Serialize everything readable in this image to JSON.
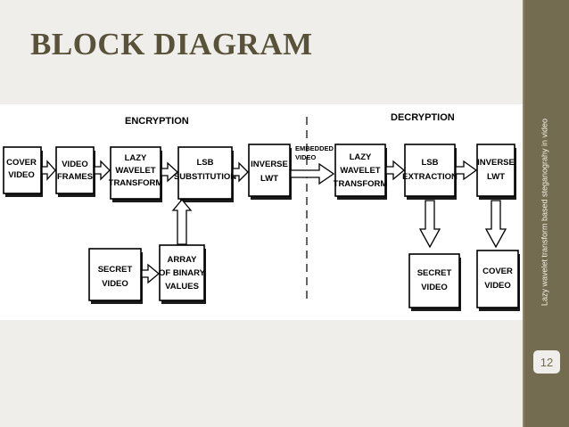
{
  "slide": {
    "title": "BLOCK DIAGRAM",
    "sidebar_text": "Lazy wavelet transform based steganograhy in video",
    "page_number": "12"
  },
  "diagram": {
    "encryption_heading": "ENCRYPTION",
    "decryption_heading": "DECRYPTION",
    "embedded_label": [
      "EMBEDDED",
      "VIDEO"
    ],
    "blocks": {
      "cover_video_in": [
        "COVER",
        "VIDEO"
      ],
      "video_frames": [
        "VIDEO",
        "FRAMES"
      ],
      "lazy_wavelet_1": [
        "LAZY",
        "WAVELET",
        "TRANSFORM"
      ],
      "lsb_substitution": [
        "LSB",
        "SUBSTITUTION"
      ],
      "inverse_lwt_1": [
        "INVERSE",
        "LWT"
      ],
      "secret_video_in": [
        "SECRET",
        "VIDEO"
      ],
      "array_binary": [
        "ARRAY",
        "OF BINARY",
        "VALUES"
      ],
      "lazy_wavelet_2": [
        "LAZY",
        "WAVELET",
        "TRANSFORM"
      ],
      "lsb_extraction": [
        "LSB",
        "EXTRACTION"
      ],
      "inverse_lwt_2": [
        "INVERSE",
        "LWT"
      ],
      "secret_video_out": [
        "SECRET",
        "VIDEO"
      ],
      "cover_video_out": [
        "COVER",
        "VIDEO"
      ]
    }
  }
}
